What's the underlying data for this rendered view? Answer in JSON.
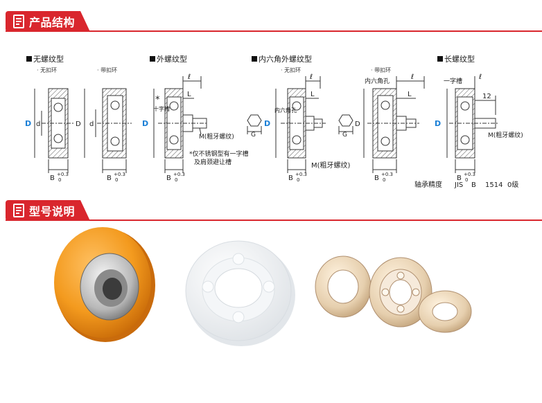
{
  "sections": {
    "structure": {
      "title": "产品结构"
    },
    "model": {
      "title": "型号说明"
    }
  },
  "diagram": {
    "types": [
      "无螺纹型",
      "外螺纹型",
      "内六角外螺纹型",
      "长螺纹型"
    ],
    "sub_no_ring": "· 无扣环",
    "sub_with_ring": "· 带扣环",
    "sub_no_ring_2": "· 无扣环",
    "sub_with_ring_2": "· 带扣环",
    "dim_D": "D",
    "dim_d": "d",
    "dim_B": "B",
    "dim_tol_plus": "+0.3",
    "dim_tol_zero": "0",
    "dim_l": "ℓ",
    "dim_L": "L",
    "dim_G": "G",
    "dim_12": "12",
    "label_slot": "一字槽",
    "label_star_slot": "十字槽",
    "label_hex_hole": "内六角孔",
    "label_hex_short": "内六角孔",
    "label_M_coarse": "M(粗牙螺纹)",
    "note_star": "*仅不锈钢型有一字槽",
    "note_star_2": "及肩颈避让槽",
    "precision_label": "轴承精度",
    "precision_std": "JIS",
    "precision_class": "B",
    "precision_num": "1514",
    "precision_grade": "0级",
    "star": "*"
  },
  "photos": {
    "items": [
      "orange-urethane-bearing",
      "white-plastic-bearing",
      "beige-peek-bearings"
    ]
  },
  "colors": {
    "accent": "#d9262d",
    "dim_blue": "#1a7fd6",
    "orange": "#f39a1e"
  }
}
